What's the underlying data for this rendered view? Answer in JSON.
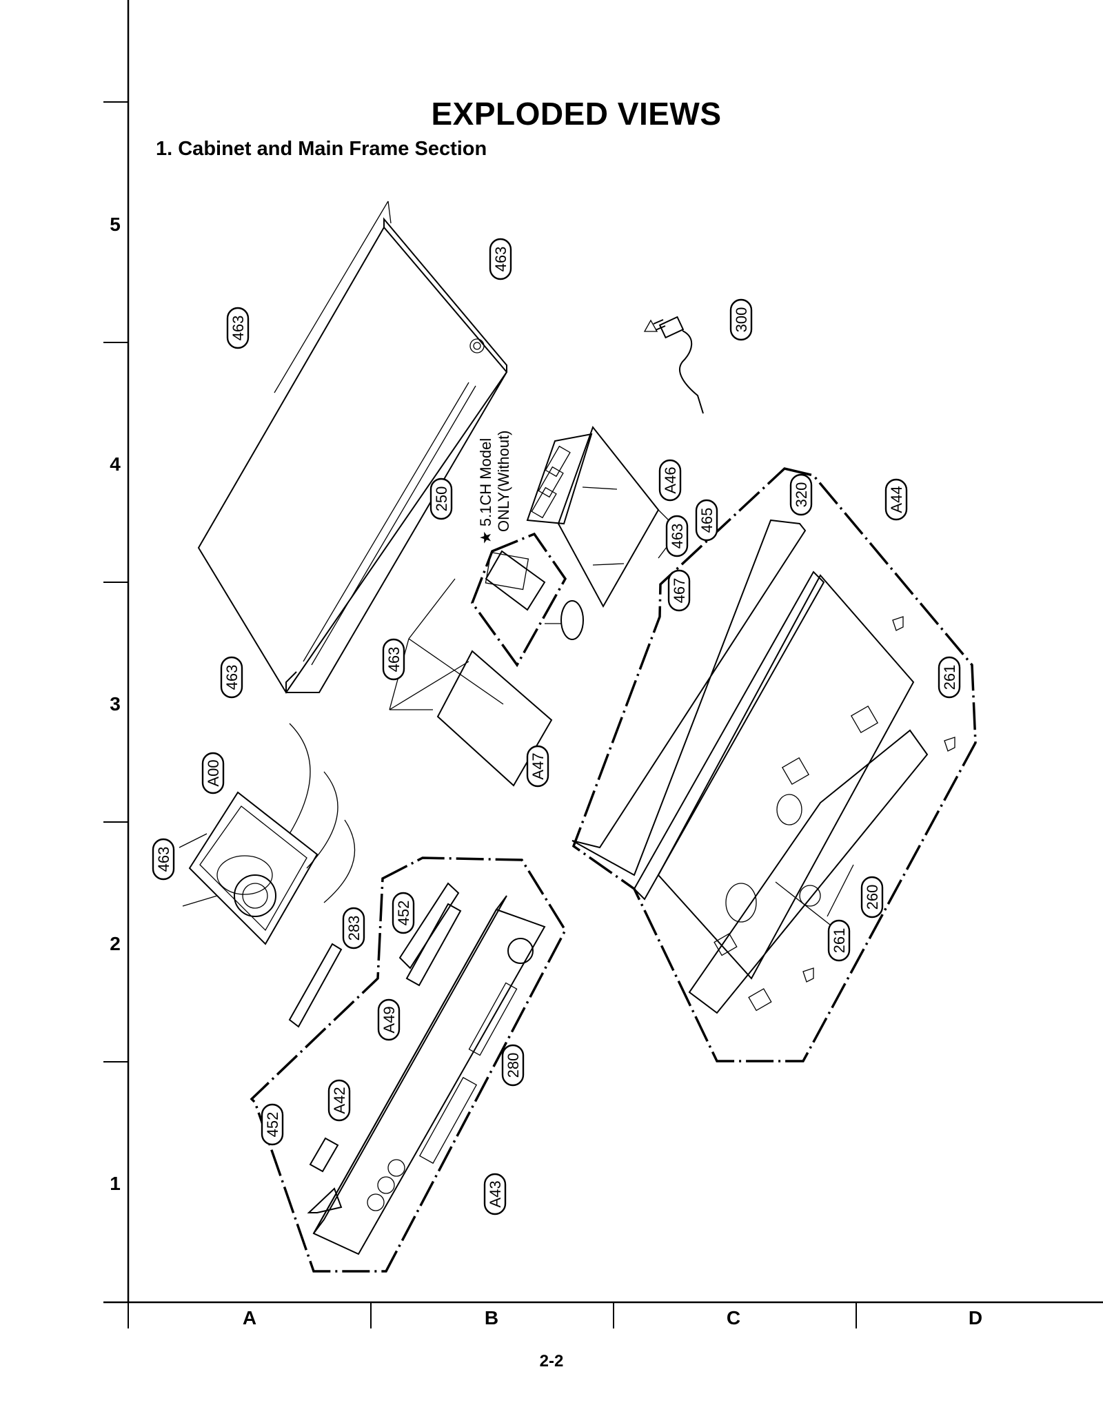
{
  "page": {
    "title": "EXPLODED VIEWS",
    "section": "1. Cabinet and Main Frame Section",
    "page_number": "2-2"
  },
  "grid": {
    "rows": [
      "5",
      "4",
      "3",
      "2",
      "1"
    ],
    "columns": [
      "A",
      "B",
      "C",
      "D"
    ]
  },
  "note": {
    "line1": "★ 5.1CH Model",
    "line2": "ONLY(Without)"
  },
  "callouts": [
    {
      "id": "c-463-top-cover",
      "label": "463"
    },
    {
      "id": "c-463-top-right",
      "label": "463"
    },
    {
      "id": "c-300",
      "label": "300"
    },
    {
      "id": "c-250",
      "label": "250"
    },
    {
      "id": "c-A46",
      "label": "A46"
    },
    {
      "id": "c-463-a46",
      "label": "463"
    },
    {
      "id": "c-465",
      "label": "465"
    },
    {
      "id": "c-320",
      "label": "320"
    },
    {
      "id": "c-A44",
      "label": "A44"
    },
    {
      "id": "c-467",
      "label": "467"
    },
    {
      "id": "c-463-b3",
      "label": "463"
    },
    {
      "id": "c-463-a3",
      "label": "463"
    },
    {
      "id": "c-261-right",
      "label": "261"
    },
    {
      "id": "c-A47",
      "label": "A47"
    },
    {
      "id": "c-A00",
      "label": "A00"
    },
    {
      "id": "c-463-a2",
      "label": "463"
    },
    {
      "id": "c-452-top",
      "label": "452"
    },
    {
      "id": "c-283",
      "label": "283"
    },
    {
      "id": "c-260",
      "label": "260"
    },
    {
      "id": "c-261-bottom",
      "label": "261"
    },
    {
      "id": "c-A49",
      "label": "A49"
    },
    {
      "id": "c-280",
      "label": "280"
    },
    {
      "id": "c-A42",
      "label": "A42"
    },
    {
      "id": "c-452-bottom",
      "label": "452"
    },
    {
      "id": "c-A43",
      "label": "A43"
    }
  ]
}
